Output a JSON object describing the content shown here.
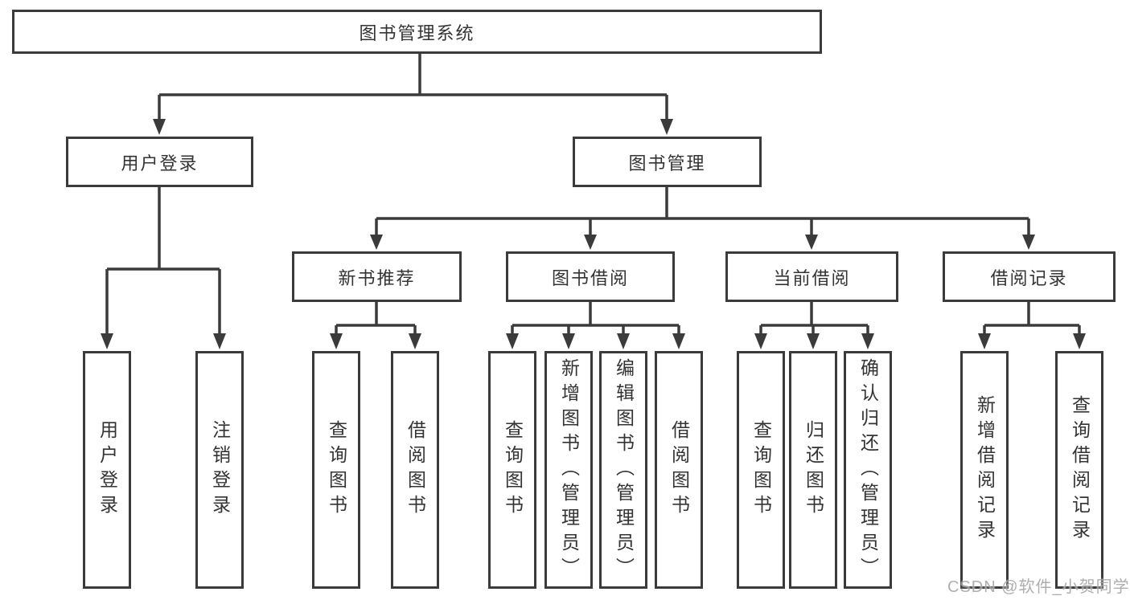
{
  "title_box": "图书管理系统",
  "level2": {
    "user_login": "用户登录",
    "book_mgmt": "图书管理"
  },
  "level3": {
    "new_books": "新书推荐",
    "borrowing": "图书借阅",
    "current": "当前借阅",
    "records": "借阅记录"
  },
  "leaves": {
    "user_login": [
      "用户登录",
      "注销登录"
    ],
    "new_books": [
      "查询图书",
      "借阅图书"
    ],
    "borrowing": [
      "查询图书",
      "新增图书（管理员）",
      "编辑图书（管理员）",
      "借阅图书"
    ],
    "current": [
      "查询图书",
      "归还图书",
      "确认归还（管理员）"
    ],
    "records": [
      "新增借阅记录",
      "查询借阅记录"
    ]
  },
  "watermark": "CSDN @软件_小贺同学",
  "colors": {
    "line": "#3b3b3b",
    "text": "#333333",
    "watermark": "#a6a6a6",
    "background": "#ffffff"
  }
}
